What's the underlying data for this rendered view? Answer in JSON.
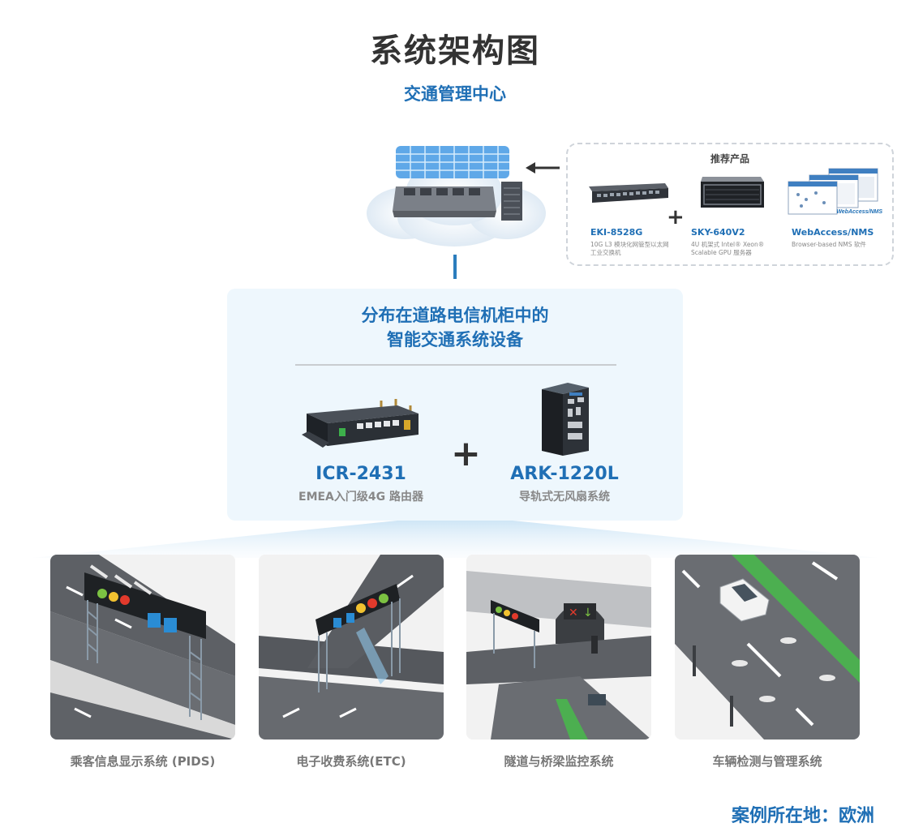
{
  "title": "系统架构图",
  "center": {
    "title": "交通管理中心"
  },
  "recommended": {
    "title": "推荐产品",
    "products": [
      {
        "name": "EKI-8528G",
        "desc": [
          "10G L3 模块化网管型以太网",
          "工业交换机"
        ]
      },
      {
        "name": "SKY-640V2",
        "desc": [
          "4U 机架式 Intel® Xeon®",
          "Scalable GPU 服务器"
        ]
      },
      {
        "name": "WebAccess/NMS",
        "desc": [
          "Browser-based NMS 软件"
        ]
      }
    ],
    "plus": "+",
    "screen_logo": "WebAccess/NMS"
  },
  "devices_panel": {
    "title_line1": "分布在道路电信机柜中的",
    "title_line2": "智能交通系统设备",
    "plus": "+",
    "devices": [
      {
        "name": "ICR-2431",
        "desc": "EMEA入门级4G 路由器"
      },
      {
        "name": "ARK-1220L",
        "desc": "导轨式无风扇系统"
      }
    ]
  },
  "applications": [
    {
      "label": "乘客信息显示系统 (PIDS)"
    },
    {
      "label": "电子收费系统(ETC)"
    },
    {
      "label": "隧道与桥梁监控系统"
    },
    {
      "label": "车辆检测与管理系统"
    }
  ],
  "location": "案例所在地：欧洲",
  "colors": {
    "brand_blue": "#1f6fb5",
    "panel_bg": "#eef7fd",
    "title_dark": "#333333",
    "label_gray": "#777777"
  }
}
